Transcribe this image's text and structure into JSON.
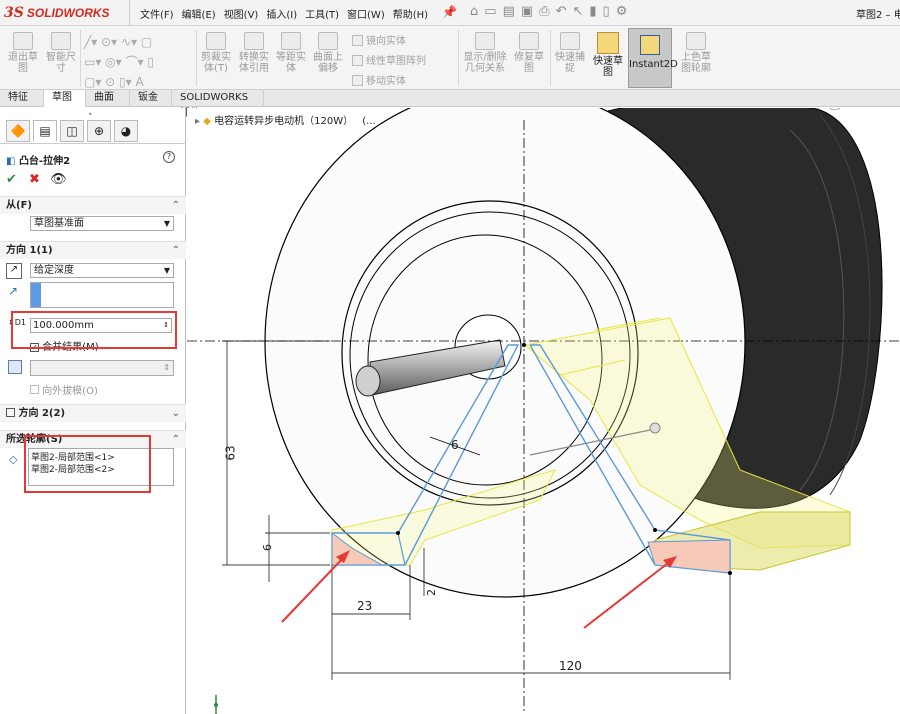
{
  "app": {
    "logo_ds": "3S",
    "logo_text": "SOLIDWORKS",
    "doc_title": "草图2 – 电"
  },
  "menu": [
    "文件(F)",
    "编辑(E)",
    "视图(V)",
    "插入(I)",
    "工具(T)",
    "窗口(W)",
    "帮助(H)"
  ],
  "ribbon": {
    "exit_sketch": "退出草图",
    "smart_dim": "智能尺寸",
    "trim": "剪裁实体(T)",
    "convert": "转换实体引用",
    "offset": "等距实体",
    "offset_surface": "曲面上偏移",
    "mirror": "镜向实体",
    "linear_pattern": "线性草图阵列",
    "move": "移动实体",
    "relations": "显示/删除几何关系",
    "repair": "修复草图",
    "quick_snap": "快速捕捉",
    "quick_sketch": "快速草图",
    "instant2d": "Instant2D",
    "shaded_sketch": "上色草图轮廓"
  },
  "tabs": [
    "特征",
    "草图",
    "曲面",
    "钣金",
    "SOLIDWORKS 插件"
  ],
  "active_tab": 1,
  "panel": {
    "feature_title": "凸台-拉伸2",
    "from_label": "从(F)",
    "from_value": "草图基准面",
    "dir1_label": "方向 1(1)",
    "end_condition": "给定深度",
    "depth_value": "100.000mm",
    "depth_tag": "D1",
    "merge_label": "合并结果(M)",
    "merge_checked": true,
    "draft_label": "向外拔模(O)",
    "dir2_label": "方向 2(2)",
    "contours_label": "所选轮廓(S)",
    "contours": [
      "草图2-局部范围<1>",
      "草图2-局部范围<2>"
    ]
  },
  "viewport": {
    "tree_label": "电容运转异步电动机（120W）",
    "ellipsis": "(...",
    "dims": {
      "d63": "63",
      "d6a": "6",
      "d6b": "6",
      "d23": "23",
      "d2": "2",
      "d120": "120"
    }
  },
  "colors": {
    "accent": "#2d6db5",
    "highlight_box": "#e53935",
    "sketch_line": "#5a9ad8",
    "preview": "#f2f24a",
    "profile_fill": "#f6c9b8"
  }
}
